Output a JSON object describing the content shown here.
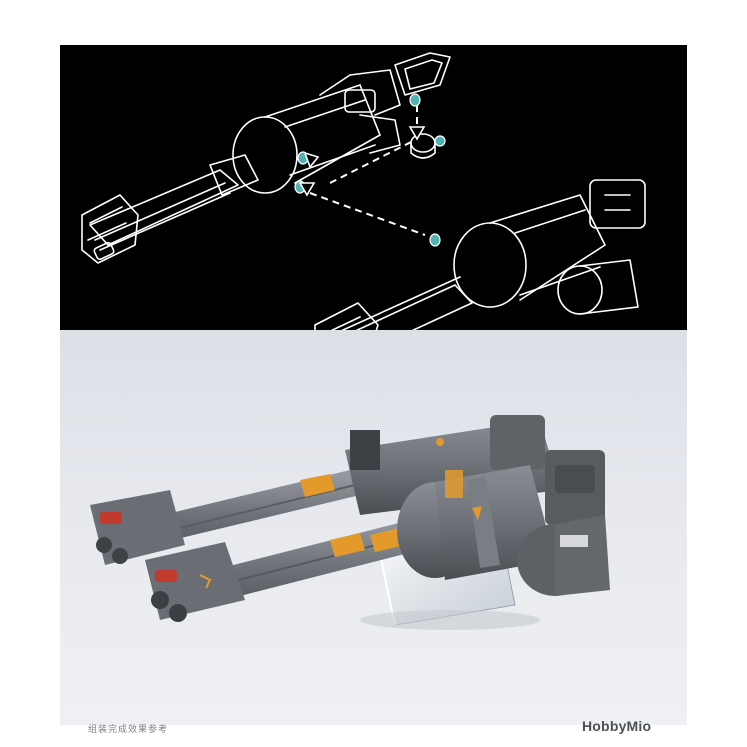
{
  "caption": "组装完成效果参考",
  "brand": "HobbyMio",
  "colors": {
    "panel_top": "#000000",
    "panel_bottom": "#e6e8ee",
    "gunmetal": "#6d7177",
    "accent_orange": "#e39a2a",
    "accent_red": "#c23a2c",
    "peg_cyan": "#4fb3b3"
  },
  "instruction": {
    "arrow_style": "dashed"
  }
}
